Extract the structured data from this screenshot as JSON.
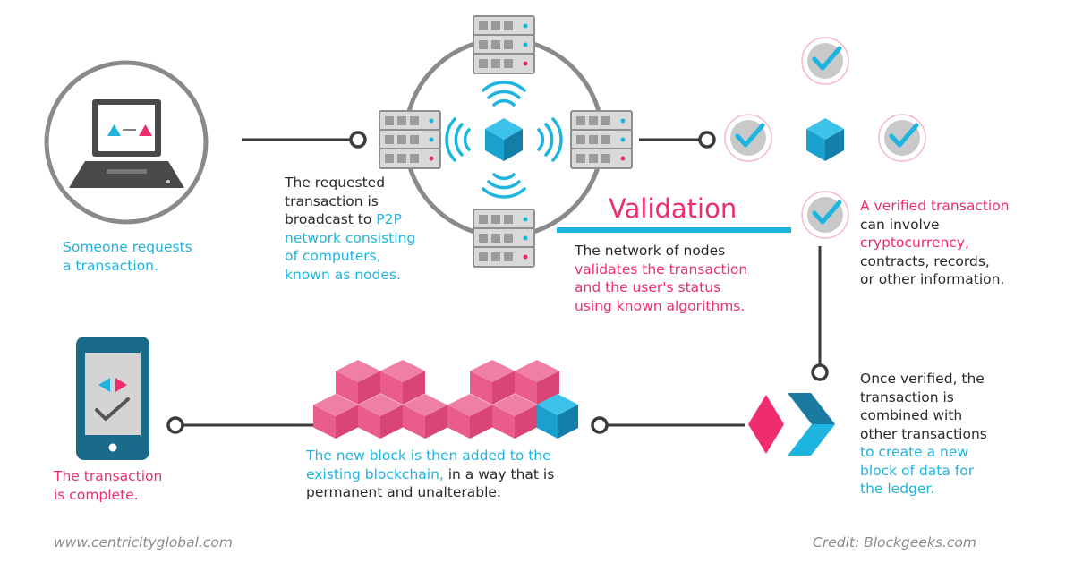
{
  "colors": {
    "blue": "#1eb4e0",
    "pink": "#ef2d6e",
    "dark": "#4a4a4a",
    "grey": "#9a9a9a",
    "teal": "#1a6b8a"
  },
  "icons": [
    "laptop-icon",
    "server-icon",
    "block-cube-icon",
    "wifi-signal-icon",
    "check-badge-icon",
    "blockchain-logo-icon",
    "pink-cubes-icon",
    "smartphone-icon"
  ],
  "step1": {
    "line1": "Someone requests",
    "line2": "a transaction."
  },
  "step2": {
    "line1": "The requested",
    "line2": "transaction is",
    "line3a": "broadcast to ",
    "line3b": "P2P",
    "line4": "network consisting",
    "line5": "of computers,",
    "line6": "known as nodes."
  },
  "validation": {
    "title": "Validation",
    "line1": "The network of nodes",
    "line2": "validates the transaction",
    "line3": "and the user's status",
    "line4": "using known algorithms."
  },
  "step4": {
    "line1": "A verified transaction",
    "line2": "can involve",
    "line3": "cryptocurrency,",
    "line4": "contracts, records,",
    "line5": "or other information."
  },
  "step5": {
    "line1": "Once verified, the",
    "line2": "transaction is",
    "line3": "combined with",
    "line4": "other transactions",
    "line5": "to create a new",
    "line6": "block of data for",
    "line7": "the ledger."
  },
  "step6": {
    "line1": "The new block is then added to the",
    "line2a": "existing blockchain,",
    "line2b": " in a way that is",
    "line3": "permanent and unalterable."
  },
  "step7": {
    "line1": "The transaction",
    "line2": "is complete."
  },
  "footer": {
    "left": "www.centricityglobal.com",
    "right": "Credit:  Blockgeeks.com"
  }
}
